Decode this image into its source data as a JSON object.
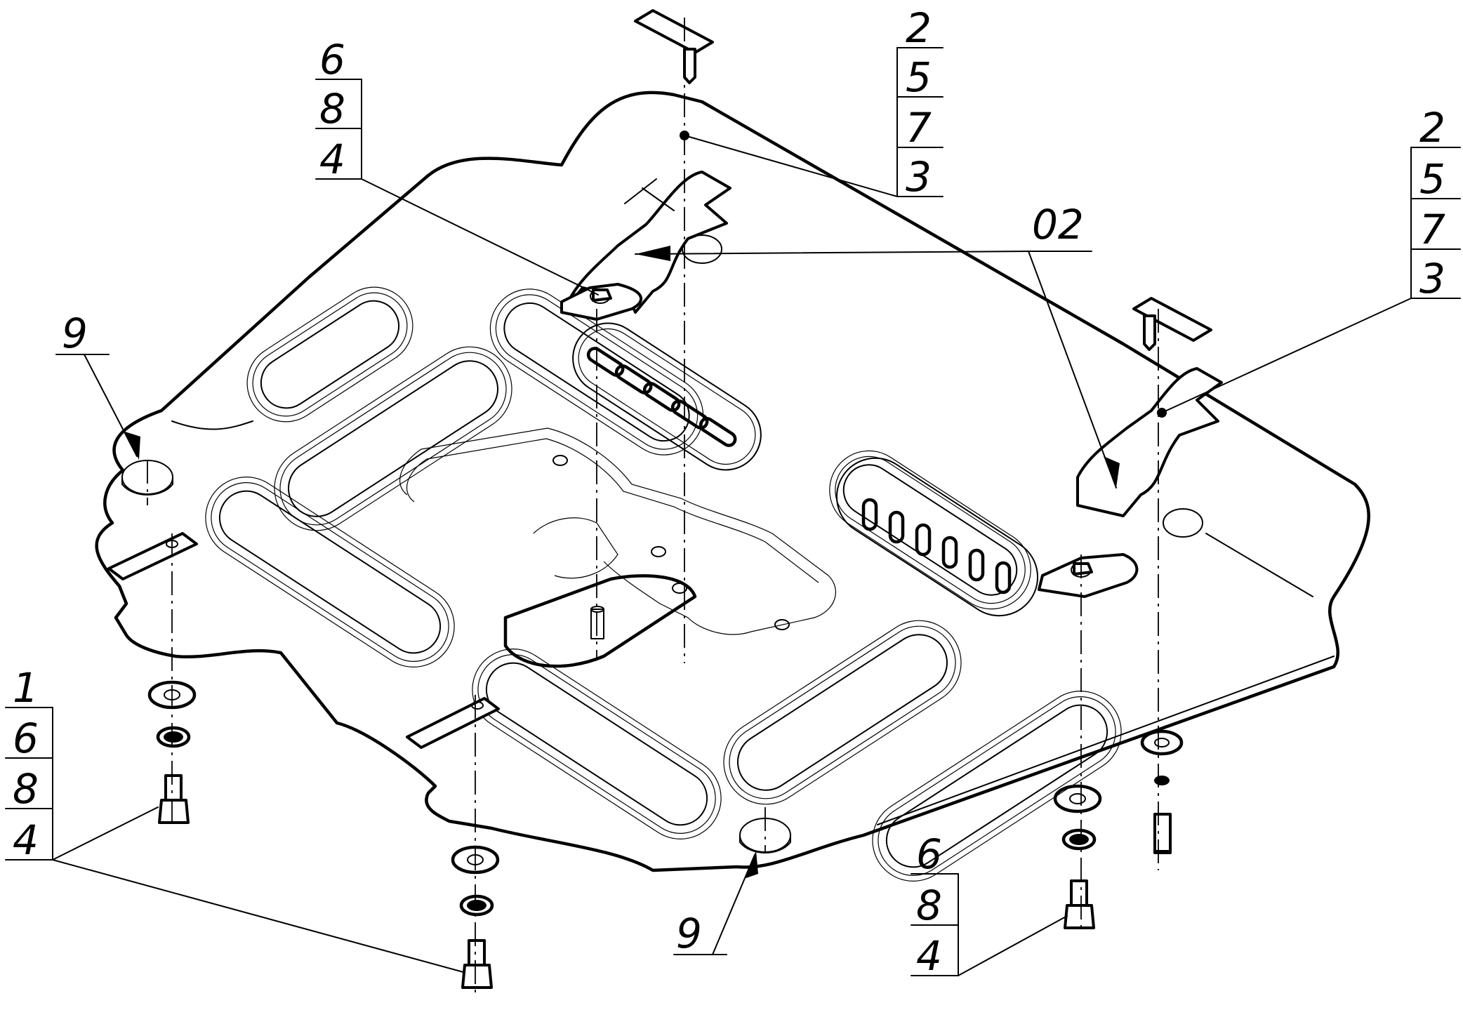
{
  "callouts": {
    "top_left": {
      "items": [
        "6",
        "8",
        "4"
      ]
    },
    "top_center": {
      "items": [
        "2",
        "5",
        "7",
        "3"
      ]
    },
    "top_right": {
      "items": [
        "2",
        "5",
        "7",
        "3"
      ]
    },
    "bottom_left": {
      "items": [
        "1",
        "6",
        "8",
        "4"
      ]
    },
    "bottom_right": {
      "items": [
        "6",
        "8",
        "4"
      ]
    },
    "bracket_label": "02",
    "plug_left": "9",
    "plug_bottom": "9"
  },
  "colors": {
    "ink": "#000000",
    "paper": "#ffffff"
  }
}
